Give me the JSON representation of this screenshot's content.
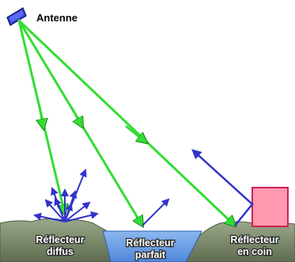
{
  "labels": {
    "antenna": "Antenne",
    "diffuse_reflector": [
      "Réflecteur",
      "diffus"
    ],
    "perfect_reflector": [
      "Réflecteur",
      "parfait"
    ],
    "corner_reflector": [
      "Réflecteur",
      "en coin"
    ]
  },
  "colors": {
    "incident_ray": "#33dd33",
    "reflected_ray": "#3333cc",
    "antenna": "#3344dd",
    "water": "#6b9fe6",
    "ground": "#7f8d6e",
    "building": "#ff9ab0",
    "building_outline": "#cc2255",
    "label_text": "#ffffff",
    "antenna_label": "#000000"
  },
  "icons": [
    "antenna-icon",
    "building-icon"
  ]
}
